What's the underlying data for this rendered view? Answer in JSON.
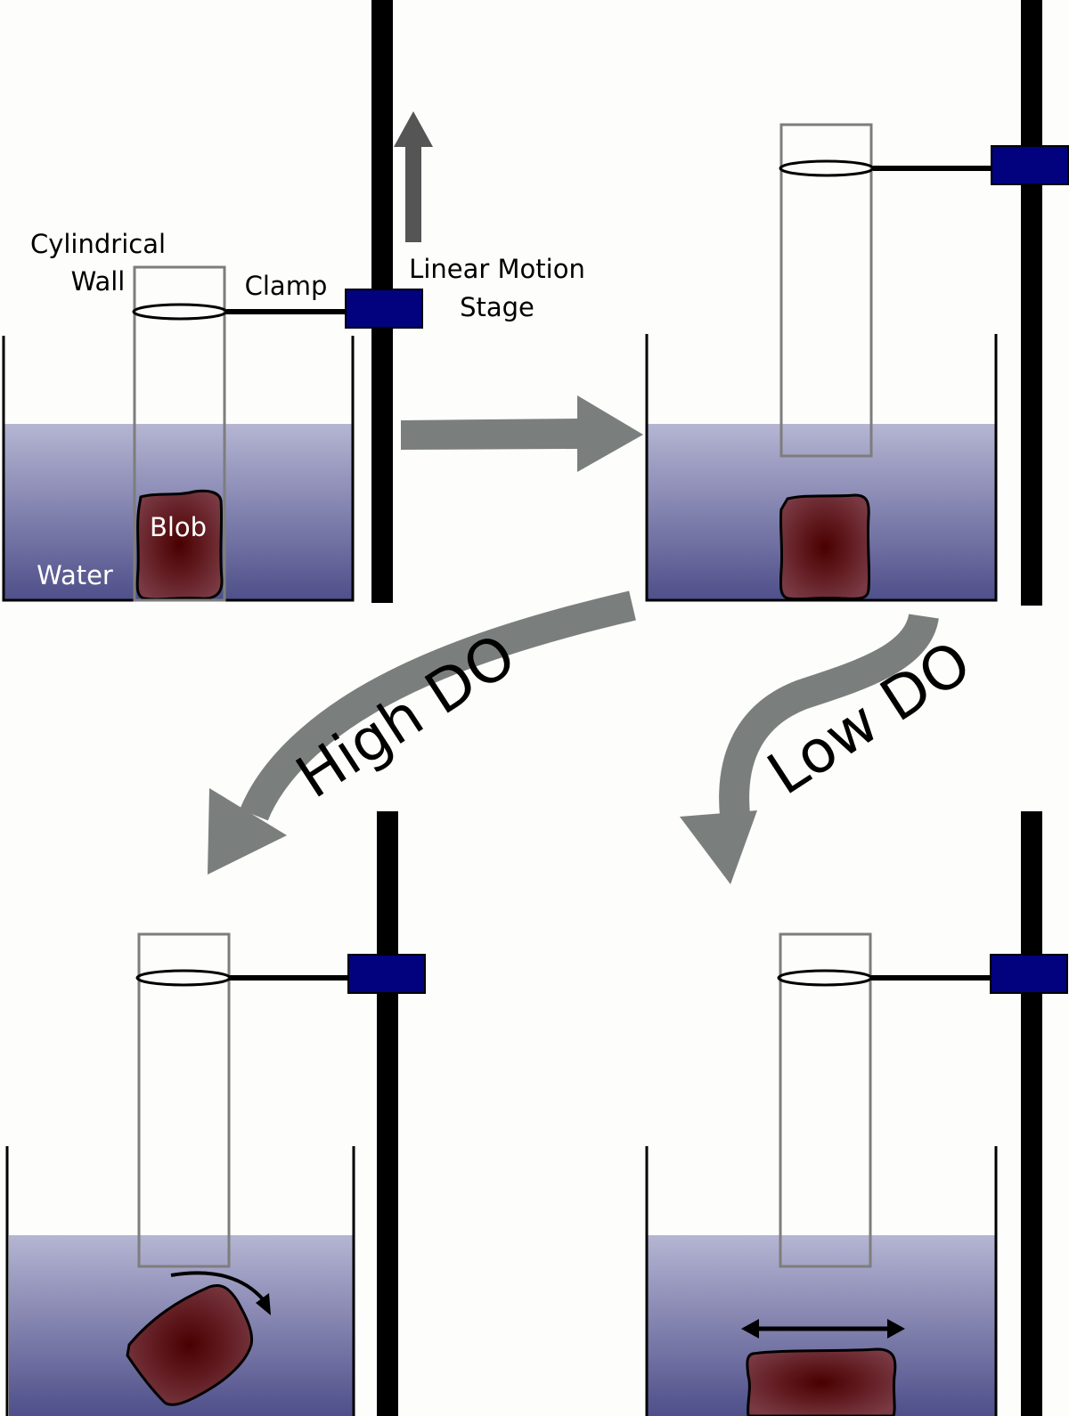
{
  "labels": {
    "cylindrical_wall_line1": "Cylindrical",
    "cylindrical_wall_line2": "Wall",
    "clamp": "Clamp",
    "stage_line1": "Linear Motion",
    "stage_line2": "Stage",
    "blob": "Blob",
    "water": "Water",
    "high_do": "High DO",
    "low_do": "Low DO"
  },
  "colors": {
    "background": "#fdfdfb",
    "water_top": "#b5b5d3",
    "water_bottom": "#4f4f8a",
    "clamp_block": "#02027e",
    "blob_center": "#4a0000",
    "blob_edge": "#7a3a44",
    "arrow_gray": "#7a7f7e",
    "pole": "#000000"
  }
}
